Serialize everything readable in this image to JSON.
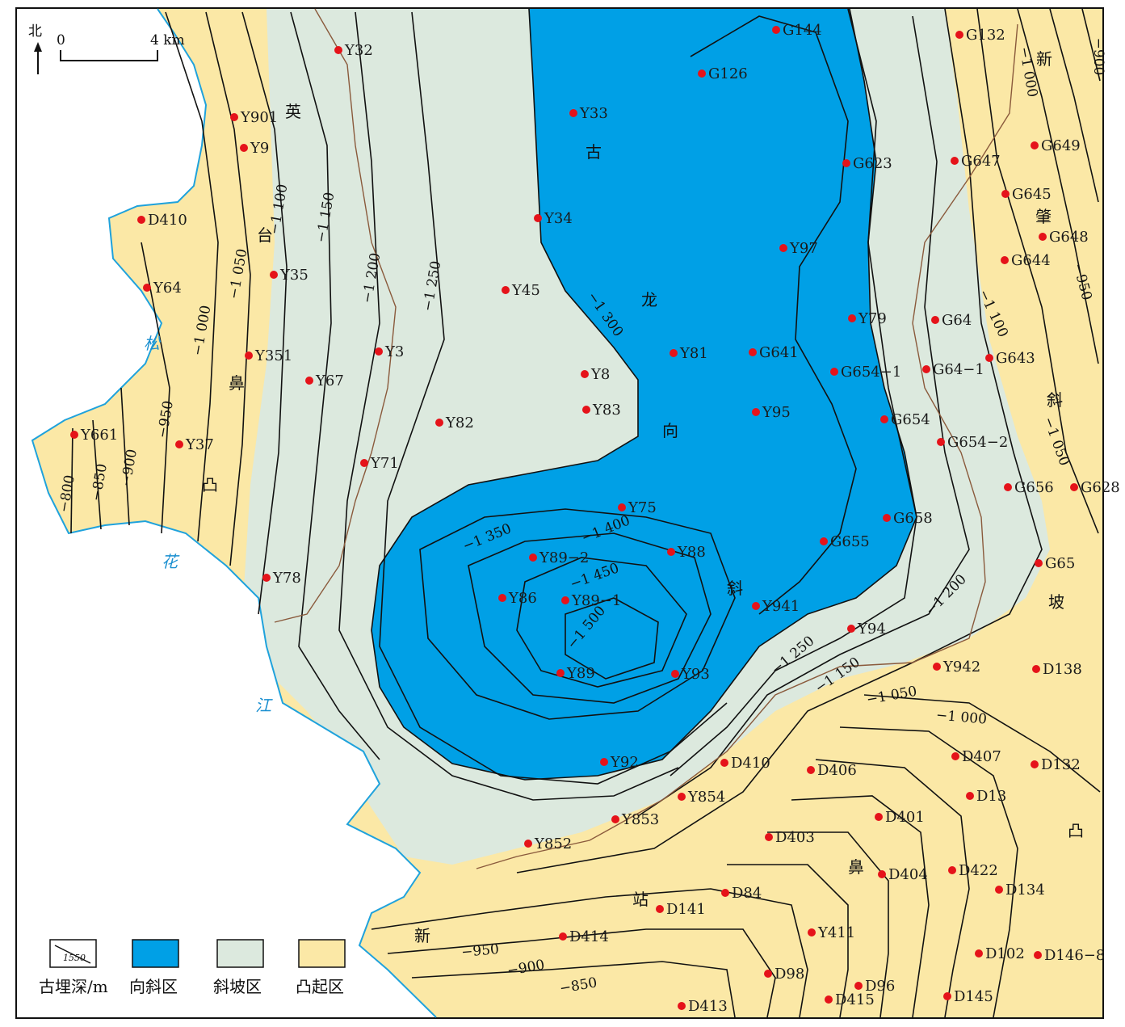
{
  "colors": {
    "syncline": "#00a0e6",
    "slope": "#dce9de",
    "uplift": "#fbe8a6",
    "river": "#1fa2dc",
    "well": "#e5131a",
    "fault": "#8a5a3c",
    "contour": "#111111"
  },
  "north_arrow": {
    "label": "北"
  },
  "scale": {
    "zero": "0",
    "end": "4 km"
  },
  "rivers": [
    {
      "id": "song",
      "label": "松"
    },
    {
      "id": "hua",
      "label": "花"
    },
    {
      "id": "jiang",
      "label": "江"
    }
  ],
  "region_labels": [
    {
      "id": "ying1",
      "label": "英"
    },
    {
      "id": "tai",
      "label": "台"
    },
    {
      "id": "bi1",
      "label": "鼻"
    },
    {
      "id": "tu1",
      "label": "凸"
    },
    {
      "id": "gu",
      "label": "古"
    },
    {
      "id": "long",
      "label": "龙"
    },
    {
      "id": "xiang",
      "label": "向"
    },
    {
      "id": "xie1",
      "label": "斜"
    },
    {
      "id": "xin1",
      "label": "新"
    },
    {
      "id": "zhao",
      "label": "肇"
    },
    {
      "id": "xie2",
      "label": "斜"
    },
    {
      "id": "po",
      "label": "坡"
    },
    {
      "id": "tu2",
      "label": "凸"
    },
    {
      "id": "bi2",
      "label": "鼻"
    },
    {
      "id": "zhan",
      "label": "站"
    },
    {
      "id": "xin2",
      "label": "新"
    }
  ],
  "contour_labels": [
    {
      "id": "c800",
      "label": "−800"
    },
    {
      "id": "c850a",
      "label": "−850"
    },
    {
      "id": "c900a",
      "label": "−900"
    },
    {
      "id": "c950a",
      "label": "−950"
    },
    {
      "id": "c1000a",
      "label": "−1 000"
    },
    {
      "id": "c1050a",
      "label": "−1 050"
    },
    {
      "id": "c1100a",
      "label": "−1 100"
    },
    {
      "id": "c1150a",
      "label": "−1 150"
    },
    {
      "id": "c1200a",
      "label": "−1 200"
    },
    {
      "id": "c1250a",
      "label": "−1 250"
    },
    {
      "id": "c1300",
      "label": "−1 300"
    },
    {
      "id": "c1350",
      "label": "−1 350"
    },
    {
      "id": "c1400",
      "label": "−1 400"
    },
    {
      "id": "c1450",
      "label": "−1 450"
    },
    {
      "id": "c1500",
      "label": "−1 500"
    },
    {
      "id": "c1250b",
      "label": "−1 250"
    },
    {
      "id": "c1200b",
      "label": "−1 200"
    },
    {
      "id": "c1150b",
      "label": "−1 150"
    },
    {
      "id": "c1050b",
      "label": "−1 050"
    },
    {
      "id": "c1000b",
      "label": "−1 000"
    },
    {
      "id": "c950b",
      "label": "−950"
    },
    {
      "id": "c900b",
      "label": "−900"
    },
    {
      "id": "c850b",
      "label": "−850"
    },
    {
      "id": "c1000c",
      "label": "−1 000"
    },
    {
      "id": "c1100c",
      "label": "−1 100"
    },
    {
      "id": "c950c",
      "label": "−950"
    },
    {
      "id": "c1050c",
      "label": "−1 050"
    },
    {
      "id": "c900c",
      "label": "−900"
    }
  ],
  "wells": [
    "Y32",
    "Y901",
    "Y9",
    "D410",
    "Y35",
    "Y64",
    "Y351",
    "Y67",
    "Y661",
    "Y37",
    "Y3",
    "Y71",
    "Y78",
    "Y33",
    "Y34",
    "Y45",
    "Y8",
    "Y83",
    "Y82",
    "G144",
    "G126",
    "G623",
    "Y97",
    "Y79",
    "Y81",
    "G641",
    "G654−1",
    "Y95",
    "G654",
    "Y75",
    "Y89−2",
    "Y88",
    "Y86",
    "Y89−1",
    "Y89",
    "Y93",
    "G658",
    "G655",
    "Y941",
    "Y94",
    "Y942",
    "Y92",
    "D410",
    "Y854",
    "Y853",
    "Y852",
    "G132",
    "G647",
    "G649",
    "G645",
    "G648",
    "G644",
    "G64",
    "G64−1",
    "G643",
    "G654−2",
    "G656",
    "G628",
    "G65",
    "D138",
    "D406",
    "D407",
    "D132",
    "D13",
    "D401",
    "D403",
    "D404",
    "D422",
    "D134",
    "D84",
    "D141",
    "D414",
    "Y411",
    "D102",
    "D146−8",
    "D98",
    "D96",
    "D415",
    "D145",
    "D413"
  ],
  "legend": [
    {
      "id": "depth",
      "label": "古埋深/m",
      "sample": "1550"
    },
    {
      "id": "syncline",
      "label": "向斜区"
    },
    {
      "id": "slope",
      "label": "斜坡区"
    },
    {
      "id": "uplift",
      "label": "凸起区"
    }
  ]
}
